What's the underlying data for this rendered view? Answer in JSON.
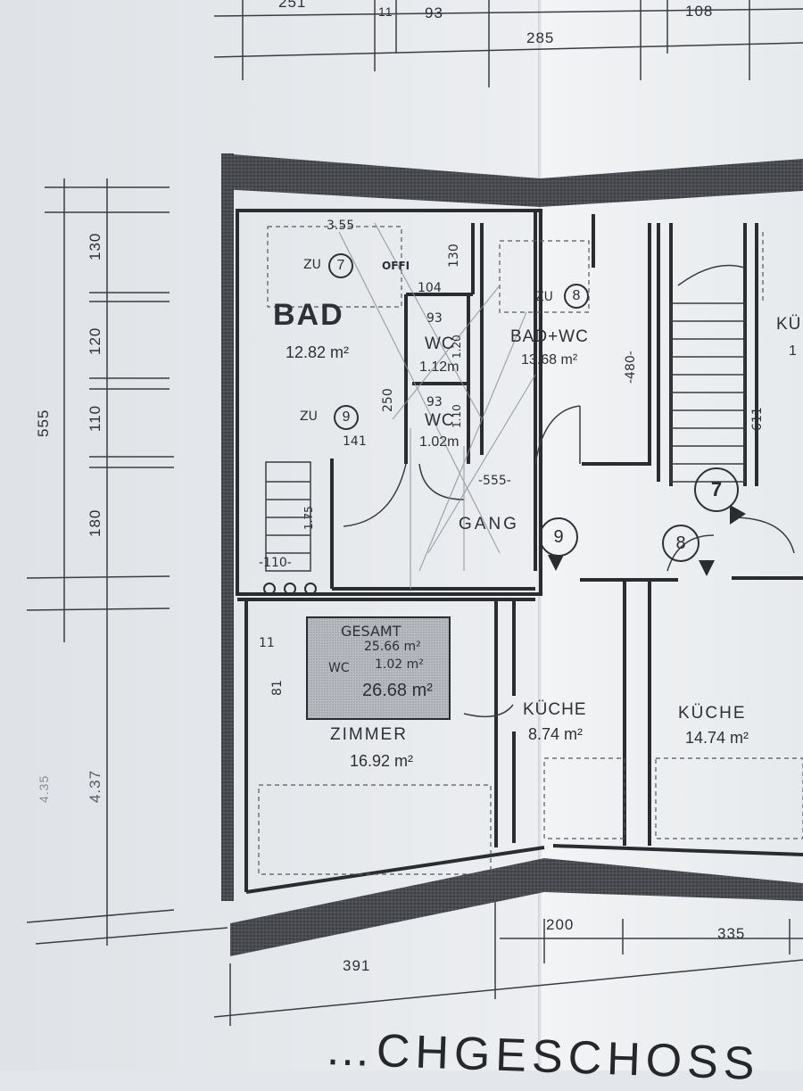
{
  "dimensions": {
    "top": [
      "251",
      "11",
      "93",
      "285",
      "108"
    ],
    "left_total": "555",
    "left_segments": [
      "130",
      "120",
      "110",
      "180"
    ],
    "left_lower": [
      "4.37",
      "4.35"
    ],
    "bottom": [
      "391",
      "200",
      "335"
    ],
    "internal": [
      "3.55",
      "104",
      "130",
      "250",
      "141",
      "93",
      "1.20",
      "93",
      "1.10",
      "-480-",
      "-555-",
      "-611-",
      "-110-",
      "1.75",
      "11",
      "81"
    ]
  },
  "rooms": {
    "bad": {
      "name": "BAD",
      "area": "12.82 m²",
      "marker": "ZU",
      "marker_num": "7",
      "note": "OFFI"
    },
    "wc1": {
      "name": "WC",
      "area": "1.12m"
    },
    "wc2": {
      "name": "WC",
      "area": "1.02m"
    },
    "bad_wc": {
      "name": "BAD+WC",
      "area": "13.68 m²",
      "marker": "ZU",
      "marker_num": "8"
    },
    "zu9": {
      "marker": "ZU",
      "marker_num": "9"
    },
    "gang": {
      "name": "GANG"
    },
    "zimmer": {
      "name": "ZIMMER",
      "area": "16.92 m²"
    },
    "kueche_small": {
      "name": "KÜCHE",
      "area": "8.74 m²"
    },
    "kueche_large": {
      "name": "KÜCHE",
      "area": "14.74 m²"
    },
    "right_cut": {
      "name": "KÜ",
      "area": "1"
    }
  },
  "summary_box": {
    "label": "GESAMT",
    "line1": "25.66 m²",
    "line2_label": "WC",
    "line2": "1.02 m²",
    "total": "26.68 m²"
  },
  "markers": [
    "9",
    "8",
    "7"
  ],
  "title": "…CHGESCHOSS"
}
